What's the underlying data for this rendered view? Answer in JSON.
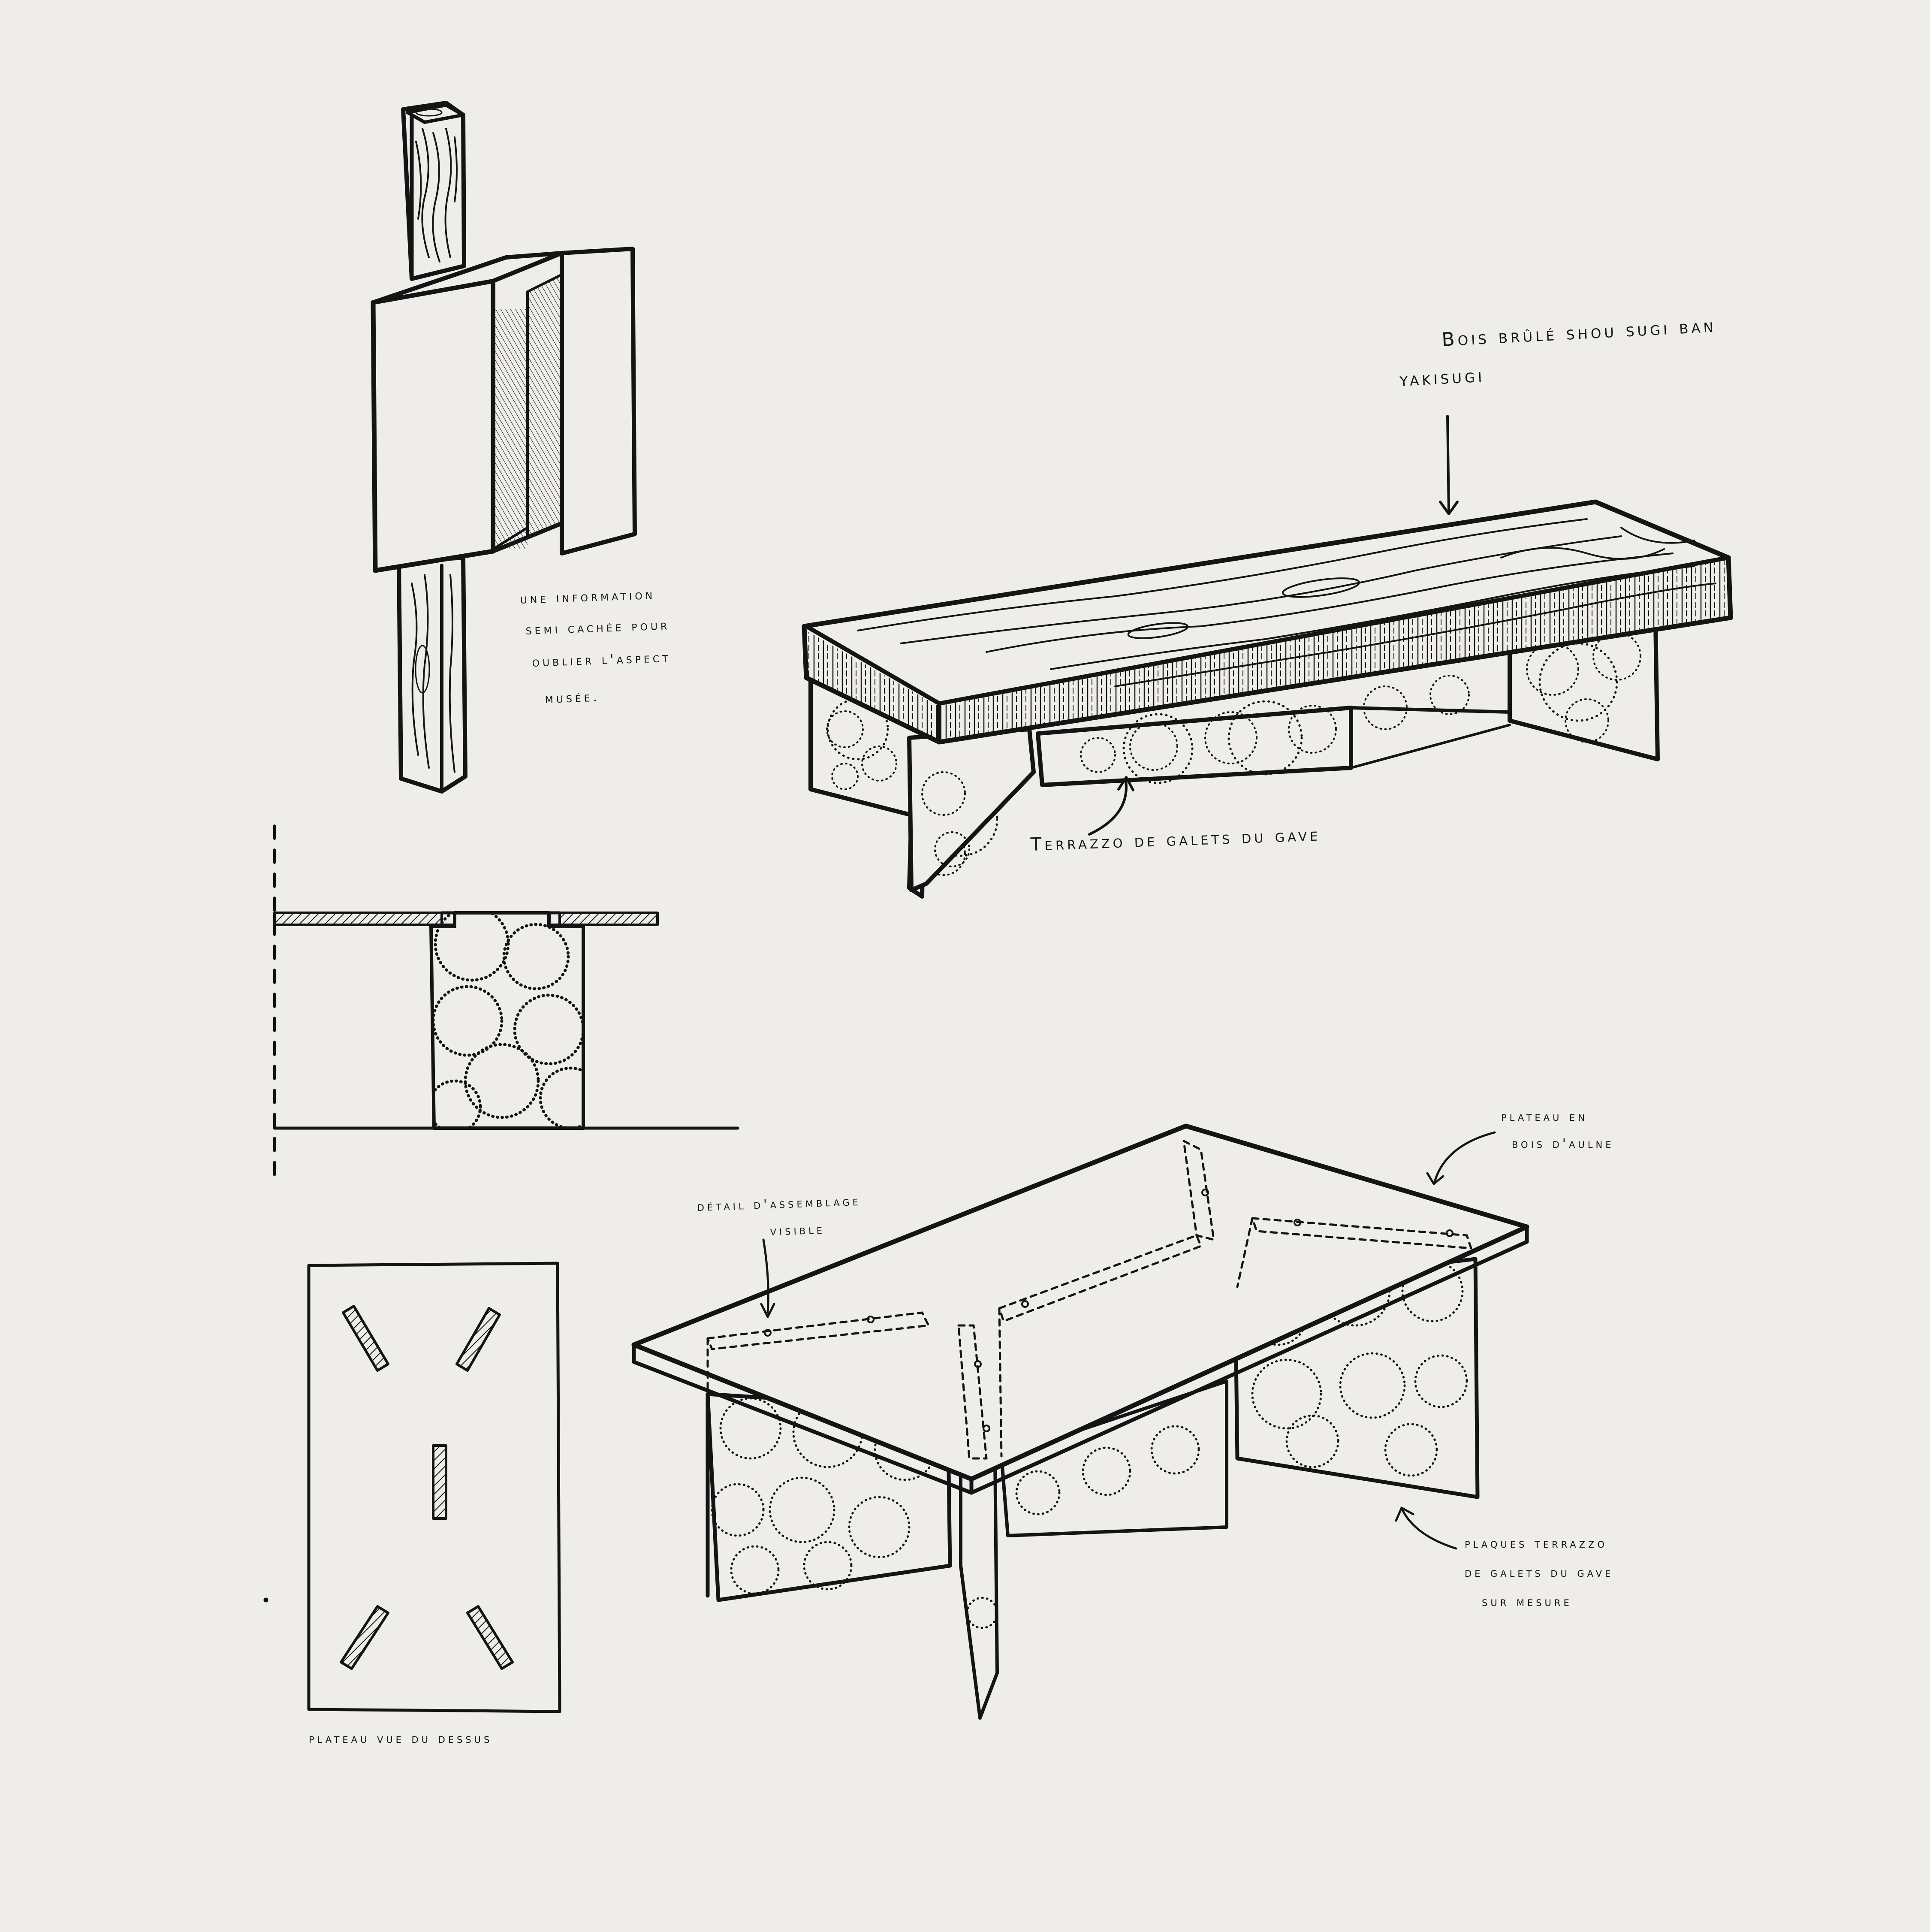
{
  "annotations": {
    "bench_wood": "Bois brûlé shou sugi ban",
    "bench_wood_2": "yakisugi",
    "bench_terrazzo": "Terrazzo de galets du gave",
    "panel_info": [
      "une information",
      "semi cachée pour",
      "oublier l'aspect",
      "musée."
    ],
    "assembly_detail": [
      "détail d'assemblage",
      "visible"
    ],
    "table_top": [
      "plateau en",
      "bois d'aulne"
    ],
    "table_plates": [
      "plaques terrazzo",
      "de galets du gave",
      "sur mesure"
    ],
    "top_view": "plateau vue du dessus"
  },
  "colors": {
    "paper": "#efedea",
    "ink": "#141414"
  }
}
